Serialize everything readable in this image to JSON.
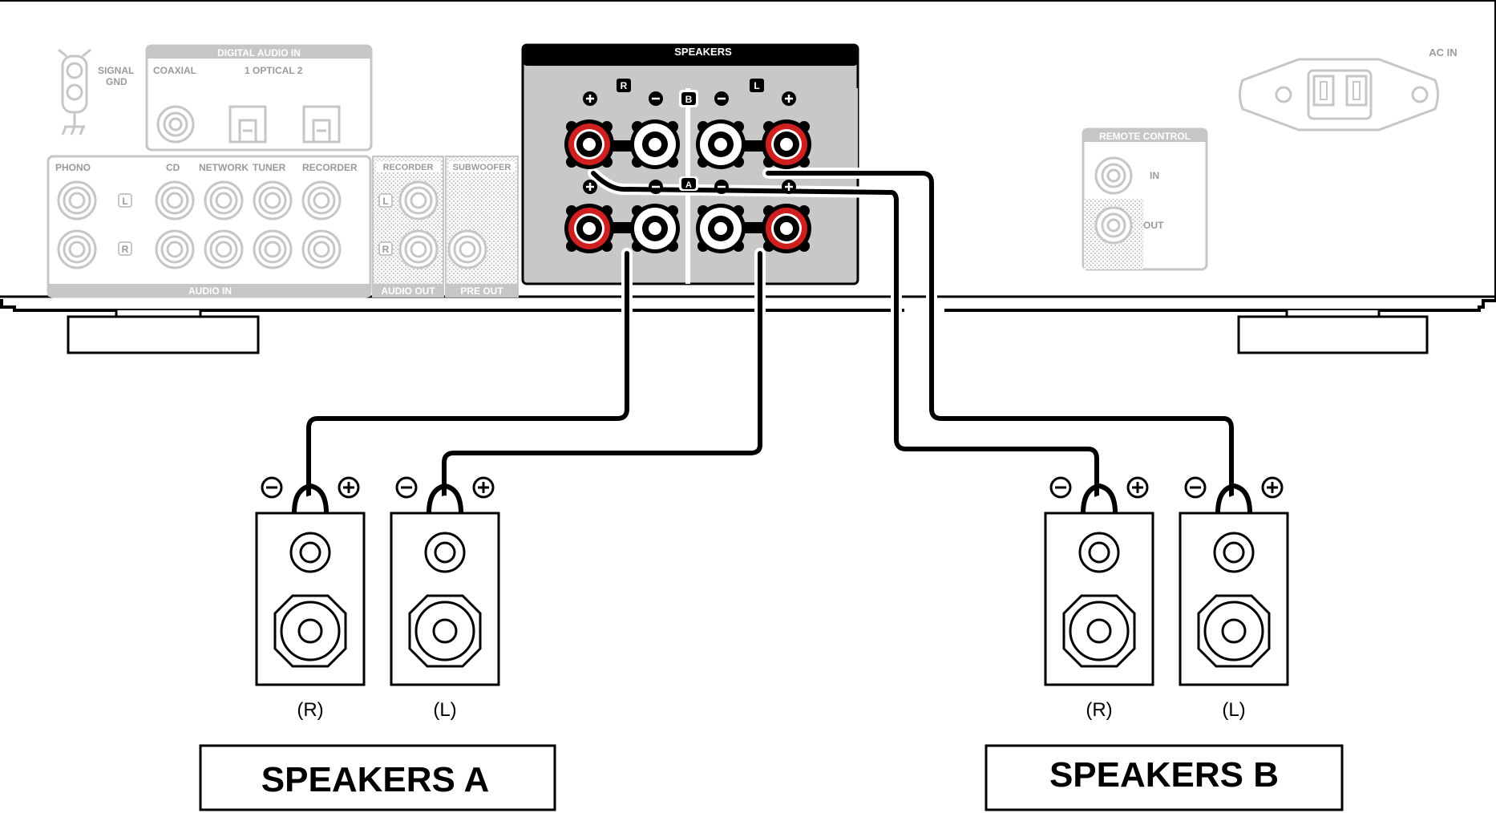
{
  "amp": {
    "signal_gnd": [
      "SIGNAL",
      "GND"
    ],
    "digital_audio_in": {
      "title": "DIGITAL AUDIO IN",
      "coaxial": "COAXIAL",
      "optical": "1   OPTICAL   2"
    },
    "audio_in": {
      "phono": "PHONO",
      "cd": "CD",
      "network": "NETWORK",
      "tuner": "TUNER",
      "recorder": "RECORDER",
      "l": "L",
      "r": "R",
      "footer": "AUDIO IN"
    },
    "audio_out": {
      "recorder": "RECORDER",
      "footer": "AUDIO OUT",
      "l": "L",
      "r": "R"
    },
    "pre_out": {
      "subwoofer": "SUBWOOFER",
      "footer": "PRE OUT"
    },
    "speakers_panel": {
      "title": "SPEAKERS",
      "r": "R",
      "l": "L",
      "b": "B",
      "a": "A",
      "plus": "+",
      "minus": "−"
    },
    "remote_control": {
      "title": "REMOTE CONTROL",
      "in": "IN",
      "out": "OUT"
    },
    "ac_in": "AC IN"
  },
  "speakers": {
    "a_right": "(R)",
    "a_left": "(L)",
    "b_right": "(R)",
    "b_left": "(L)",
    "minus_symbol": "⊖",
    "plus_symbol": "⊕"
  },
  "labels": {
    "speakers_a": "SPEAKERS A",
    "speakers_b": "SPEAKERS B"
  },
  "colors": {
    "red_terminal": "#d01f1f",
    "panel_grey": "#c8c8c8",
    "faded_grey": "#c6c6c6",
    "black": "#000000"
  }
}
